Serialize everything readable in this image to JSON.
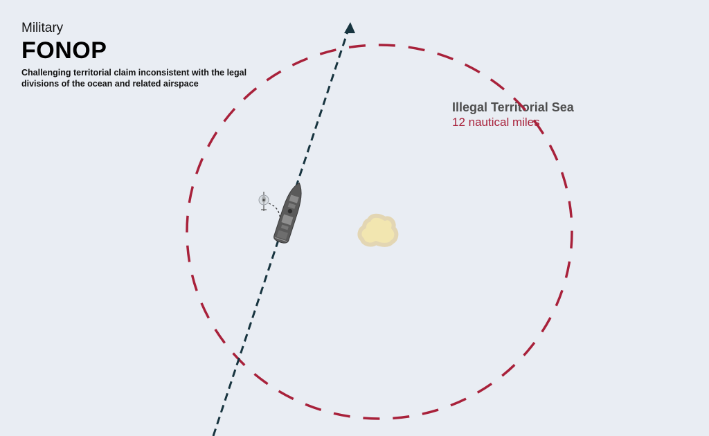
{
  "header": {
    "kicker": "Military",
    "headline": "FONOP",
    "description": "Challenging territorial claim inconsistent with the legal divisions of the ocean and related airspace"
  },
  "territorial_zone": {
    "title": "Illegal Territorial Sea",
    "distance": "12 nautical miles"
  },
  "colors": {
    "background": "#e9edf3",
    "boundary": "#a8213a",
    "route": "#17343f",
    "island": "#f2e6b0",
    "ship": "#5a5a5a"
  },
  "icons": {
    "ship": "warship-icon",
    "helicopter": "helicopter-icon",
    "island": "island-icon",
    "route_arrow": "arrow-head-icon"
  }
}
